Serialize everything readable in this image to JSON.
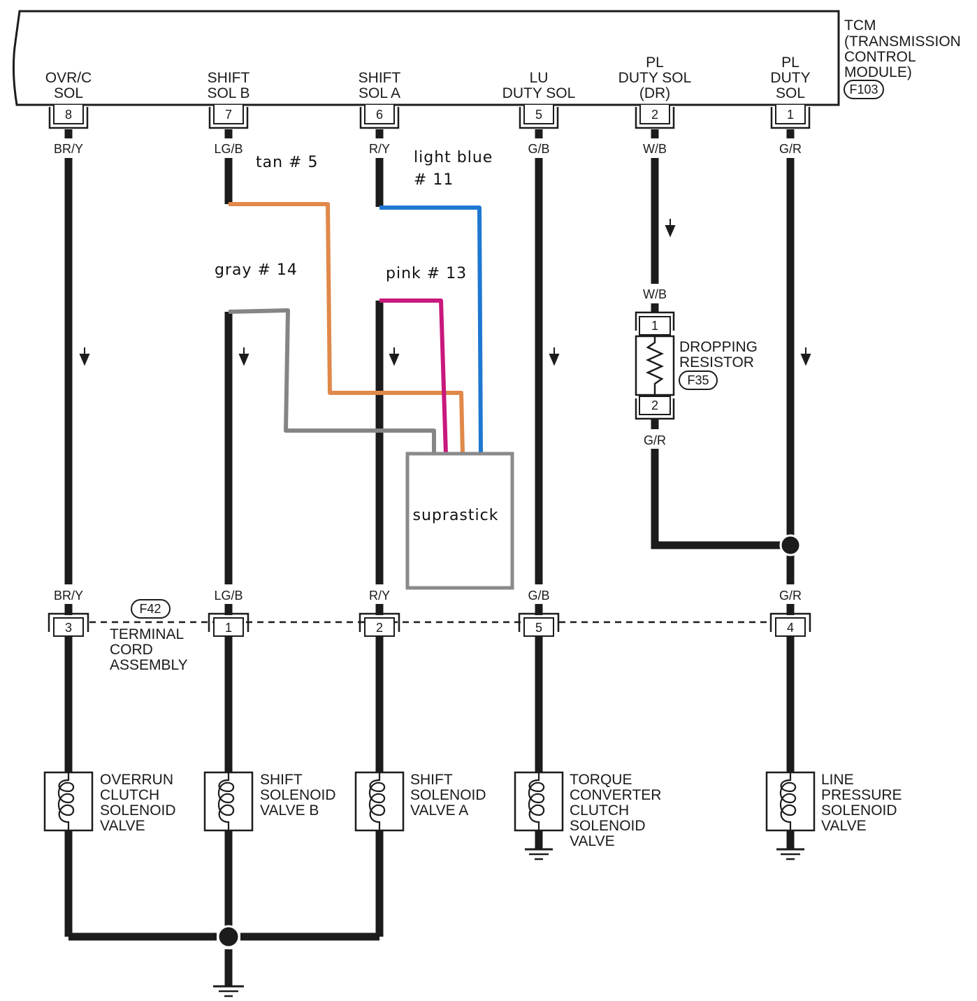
{
  "tcm": {
    "title_lines": [
      "TCM",
      "(TRANSMISSION",
      "CONTROL",
      "MODULE)"
    ],
    "connector_id": "F103",
    "terminals": [
      {
        "label_lines": [
          "OVR/C",
          "SOL"
        ],
        "pin": "8",
        "wire": "BR/Y"
      },
      {
        "label_lines": [
          "SHIFT",
          "SOL B"
        ],
        "pin": "7",
        "wire": "LG/B"
      },
      {
        "label_lines": [
          "SHIFT",
          "SOL A"
        ],
        "pin": "6",
        "wire": "R/Y"
      },
      {
        "label_lines": [
          "LU",
          "DUTY SOL"
        ],
        "pin": "5",
        "wire": "G/B"
      },
      {
        "label_lines": [
          "PL",
          "DUTY SOL",
          "(DR)"
        ],
        "pin": "2",
        "wire": "W/B"
      },
      {
        "label_lines": [
          "PL",
          "DUTY",
          "SOL"
        ],
        "pin": "1",
        "wire": "G/R"
      }
    ]
  },
  "dropping_resistor": {
    "label_lines": [
      "DROPPING",
      "RESISTOR"
    ],
    "connector_id": "F35",
    "pin_top": "1",
    "pin_bottom": "2",
    "wire_in": "W/B",
    "wire_out": "G/R"
  },
  "terminal_cord": {
    "label_lines": [
      "TERMINAL",
      "CORD",
      "ASSEMBLY"
    ],
    "connector_id": "F42",
    "pins": [
      {
        "pin": "3",
        "wire": "BR/Y"
      },
      {
        "pin": "1",
        "wire": "LG/B"
      },
      {
        "pin": "2",
        "wire": "R/Y"
      },
      {
        "pin": "5",
        "wire": "G/B"
      },
      {
        "pin": "4",
        "wire": "G/R"
      }
    ]
  },
  "solenoids": [
    {
      "label_lines": [
        "OVERRUN",
        "CLUTCH",
        "SOLENOID",
        "VALVE"
      ]
    },
    {
      "label_lines": [
        "SHIFT",
        "SOLENOID",
        "VALVE B"
      ]
    },
    {
      "label_lines": [
        "SHIFT",
        "SOLENOID",
        "VALVE A"
      ]
    },
    {
      "label_lines": [
        "TORQUE",
        "CONVERTER",
        "CLUTCH",
        "SOLENOID",
        "VALVE"
      ]
    },
    {
      "label_lines": [
        "LINE",
        "PRESSURE",
        "SOLENOID",
        "VALVE"
      ]
    }
  ],
  "annotations": {
    "tan": "tan # 5",
    "light_blue_1": "light blue",
    "light_blue_2": "# 11",
    "gray": "gray # 14",
    "pink": "pink # 13",
    "box_label": "suprastick"
  },
  "colors": {
    "wire": "#1c1c1c",
    "tan": "#e0894a",
    "light_blue": "#1e78d2",
    "gray": "#858585",
    "pink": "#c8197c",
    "box": "#8a8a8a"
  }
}
